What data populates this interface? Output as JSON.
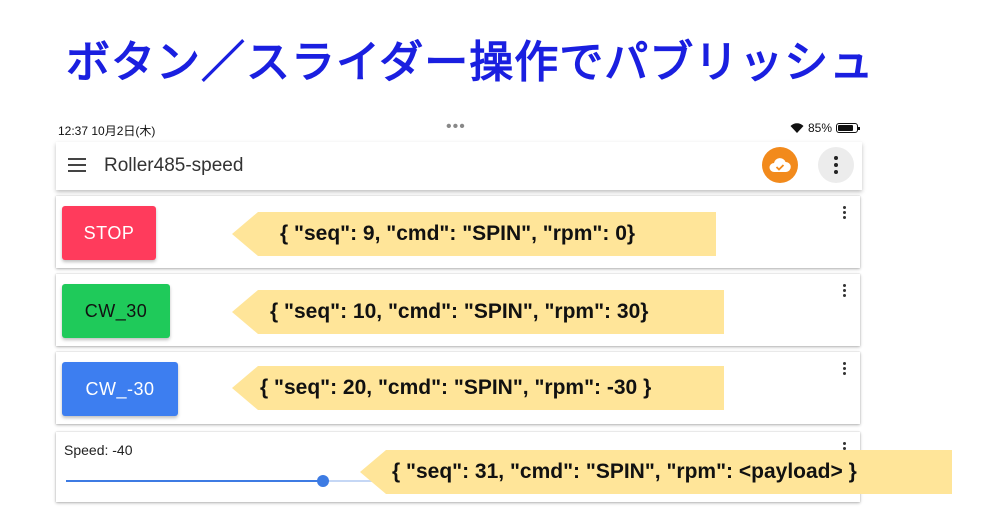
{
  "slide_title": "ボタン／スライダー操作でパブリッシュ",
  "status_bar": {
    "time": "12:37 10月2日(木)",
    "dots": "•••",
    "battery": "85%"
  },
  "app_bar": {
    "title": "Roller485-speed"
  },
  "colors": {
    "stop": "#ff3b5c",
    "cw30": "#1fca5a",
    "cwm30": "#3d7ef0",
    "accent": "#f28a1c",
    "callout": "#ffe599",
    "title": "#1a1fe0"
  },
  "icons": [
    "menu-icon",
    "cloud-check-icon",
    "more-vert-icon",
    "wifi-icon",
    "battery-icon"
  ],
  "cards": [
    {
      "button_label": "STOP",
      "callout": "{ \"seq\": 9, \"cmd\": \"SPIN\", \"rpm\": 0}"
    },
    {
      "button_label": "CW_30",
      "callout": "{ \"seq\": 10, \"cmd\": \"SPIN\", \"rpm\": 30}"
    },
    {
      "button_label": "CW_-30",
      "callout": "{ \"seq\": 20, \"cmd\": \"SPIN\", \"rpm\": -30 }"
    }
  ],
  "slider": {
    "label": "Speed: -40",
    "value_fraction": 0.33,
    "callout": "{ \"seq\": 31, \"cmd\": \"SPIN\", \"rpm\": <payload> }"
  }
}
